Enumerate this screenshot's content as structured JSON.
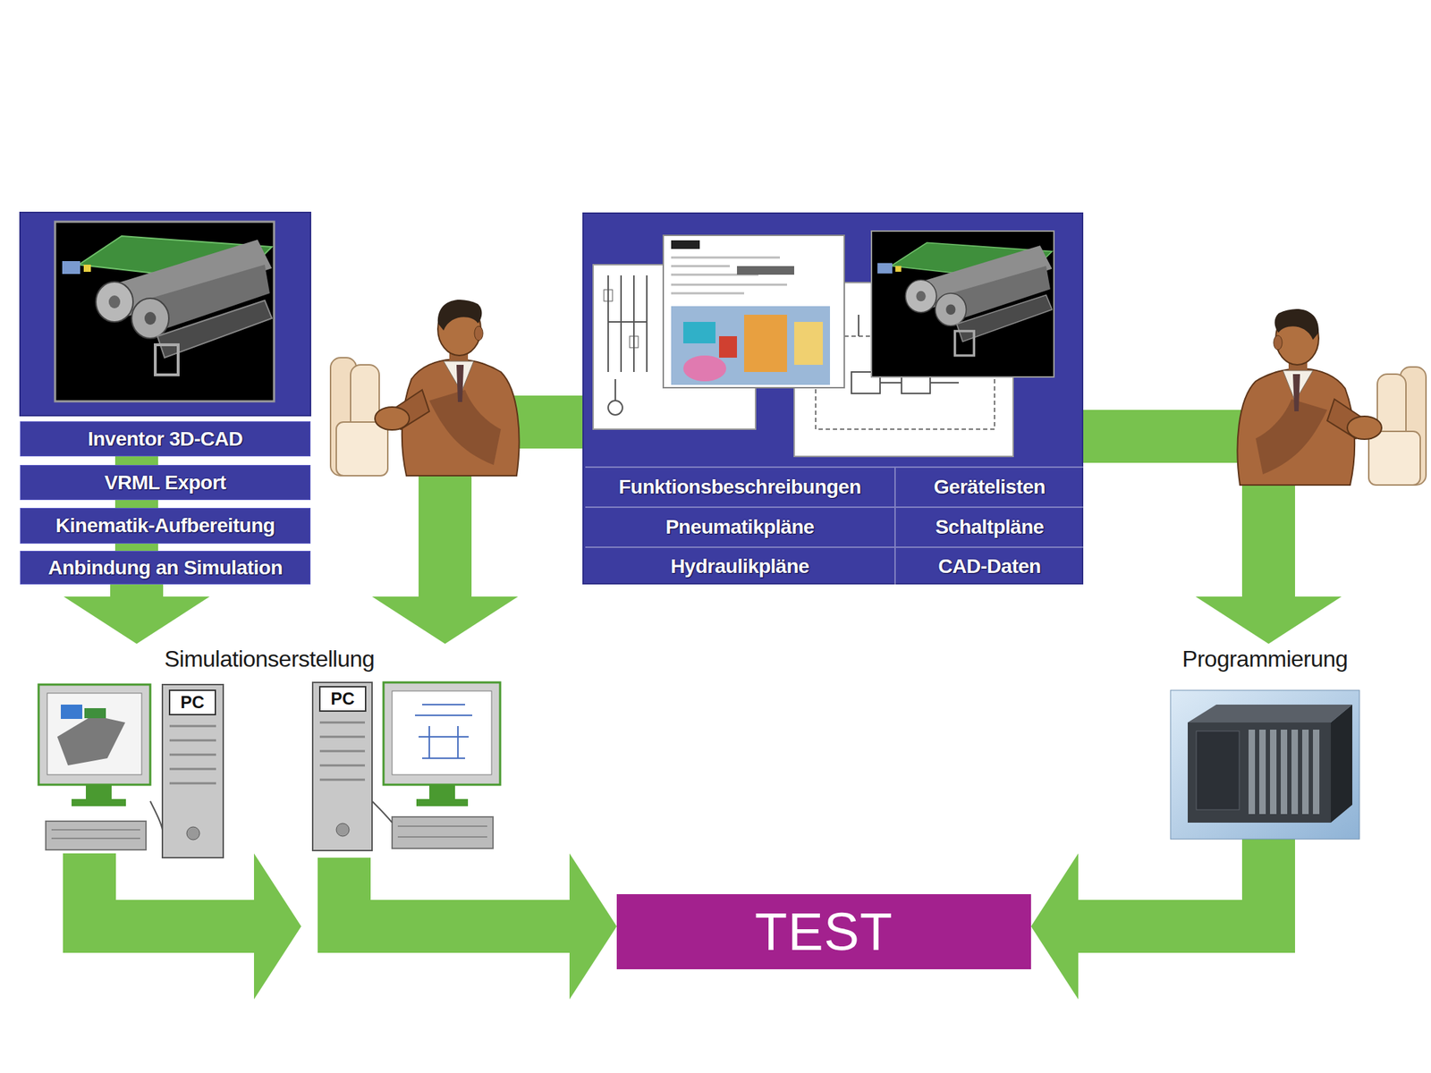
{
  "diagram": {
    "nodes": [
      {
        "text": []
      },
      {
        "text": [
          "Inventor 3D-CAD"
        ],
        "in": 0
      },
      {
        "text": [
          "VRML Export"
        ],
        "in": 0
      },
      {
        "text": [
          "Kinematik-Aufbereitung"
        ],
        "in": 0
      },
      {
        "text": [
          "Anbindung an Simulation"
        ],
        "in": 0
      },
      {
        "text": []
      },
      {
        "text": [
          "Funktionsbeschreibungen"
        ],
        "in": 5
      },
      {
        "text": [
          "Gerätelisten"
        ],
        "in": 5
      },
      {
        "text": [
          "Pneumatikpläne"
        ],
        "in": 5
      },
      {
        "text": [
          "Schaltpläne"
        ],
        "in": 5
      },
      {
        "text": [
          "Hydraulikpläne"
        ],
        "in": 5
      },
      {
        "text": [
          "CAD-Daten"
        ],
        "in": 5
      },
      {
        "text": [
          "Simulationserstellung"
        ]
      },
      {
        "text": [
          "Programmierung"
        ]
      },
      {
        "text": [
          "TEST"
        ]
      }
    ],
    "edges": [
      {
        "from": 1,
        "to": 2,
        "arrow": "none"
      },
      {
        "from": 2,
        "to": 3,
        "arrow": "none"
      },
      {
        "from": 3,
        "to": 4,
        "arrow": "none"
      },
      {
        "from": 0,
        "to": 12,
        "arrow": "to"
      },
      {
        "from": 5,
        "to": 12,
        "arrow": "to"
      },
      {
        "from": 5,
        "to": 13,
        "arrow": "to"
      },
      {
        "from": 12,
        "to": 14,
        "arrow": "to"
      },
      {
        "from": 13,
        "to": 14,
        "arrow": "to"
      }
    ],
    "labels": [
      "PC",
      "PC"
    ]
  }
}
